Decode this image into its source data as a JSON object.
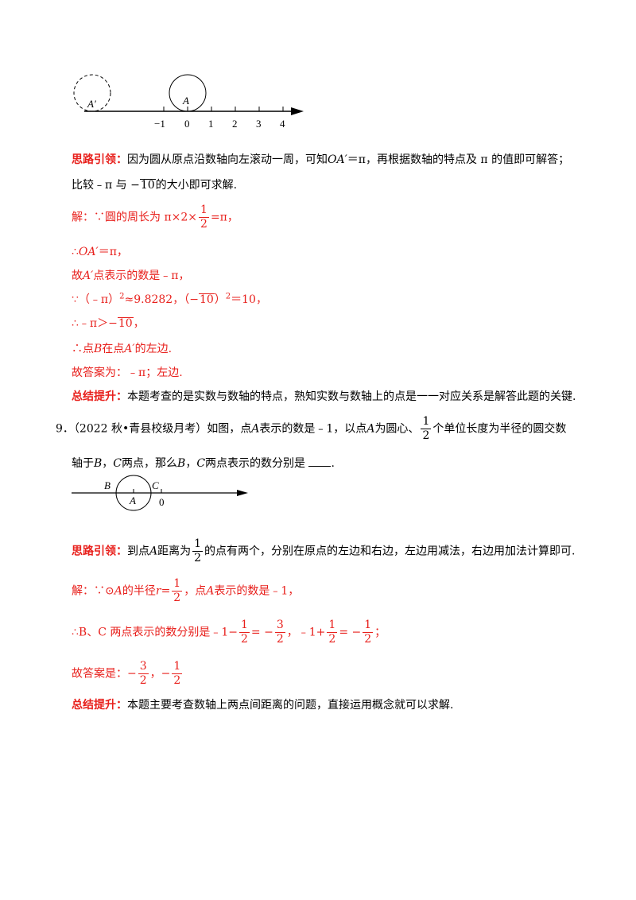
{
  "figure1": {
    "label_a_prime": "A′",
    "label_a": "A",
    "ticks": [
      "−1",
      "0",
      "1",
      "2",
      "3",
      "4"
    ]
  },
  "section8": {
    "hint_label": "思路引领：",
    "hint_line1_a": "因为圆从原点沿数轴向左滚动一周，可知",
    "hint_line1_oa": "OA′",
    "hint_line1_b": "＝π，再根据数轴的特点及 π 的值即可解答；",
    "hint_line2_a": "比较﹣π 与 −",
    "hint_line2_sqrt": "10",
    "hint_line2_b": "的大小即可求解.",
    "sol1_a": "解：∵圆的周长为 π×2×",
    "sol1_num": "1",
    "sol1_den": "2",
    "sol1_b": "=π，",
    "sol2_a": "∴",
    "sol2_oa": "OA′",
    "sol2_b": "＝π，",
    "sol3_a": "故",
    "sol3_ap": "A′",
    "sol3_b": "点表示的数是﹣π，",
    "sol4_a": "∵（﹣π）",
    "sol4_sup1": "2",
    "sol4_b": "≈9.8282，（−",
    "sol4_sqrt": "10",
    "sol4_c": "）",
    "sol4_sup2": "2",
    "sol4_d": "＝10，",
    "sol5_a": "∴﹣π＞−",
    "sol5_sqrt": "10",
    "sol5_b": "，",
    "sol6_a": "∴点",
    "sol6_b": "B",
    "sol6_c": "在点",
    "sol6_d": "A′",
    "sol6_e": "的左边.",
    "answer": "故答案为：﹣π；左边.",
    "summary_label": "总结提升：",
    "summary_text": "本题考查的是实数与数轴的特点，熟知实数与数轴上的点是一一对应关系是解答此题的关键."
  },
  "question9": {
    "number": "9．",
    "line1_a": "（2022 秋•青县校级月考）如图，点",
    "line1_A": "A",
    "line1_b": "表示的数是﹣1，以点",
    "line1_A2": "A",
    "line1_c": "为圆心、",
    "line1_num": "1",
    "line1_den": "2",
    "line1_d": "个单位长度为半径的圆交数",
    "line2_a": "轴于",
    "line2_b": "B",
    "line2_c": "，",
    "line2_d": "C",
    "line2_e": "两点，那么",
    "line2_f": "B",
    "line2_g": "，",
    "line2_h": "C",
    "line2_i": "两点表示的数分别是",
    "line2_j": "."
  },
  "figure2": {
    "label_b": "B",
    "label_c": "C",
    "label_a": "A",
    "label_0": "0"
  },
  "section9": {
    "hint_label": "思路引领：",
    "hint_a": "到点",
    "hint_A": "A",
    "hint_b": "距离为",
    "hint_num": "1",
    "hint_den": "2",
    "hint_c": "的点有两个，分别在原点的左边和右边，左边用减法，右边用加法计算即可.",
    "sol1_a": "解：∵⊙",
    "sol1_A": "A",
    "sol1_b": "的半径",
    "sol1_r": "r",
    "sol1_c": "=",
    "sol1_num": "1",
    "sol1_den": "2",
    "sol1_d": "，点",
    "sol1_A2": "A",
    "sol1_e": "表示的数是﹣1，",
    "sol2_a": "∴B、C 两点表示的数分别是﹣1−",
    "sol2_f1n": "1",
    "sol2_f1d": "2",
    "sol2_b": "= −",
    "sol2_f2n": "3",
    "sol2_f2d": "2",
    "sol2_c": "，﹣1+",
    "sol2_f3n": "1",
    "sol2_f3d": "2",
    "sol2_d": "= −",
    "sol2_f4n": "1",
    "sol2_f4d": "2",
    "sol2_e": "；",
    "answer_a": "故答案是：−",
    "answer_f1n": "3",
    "answer_f1d": "2",
    "answer_b": "，−",
    "answer_f2n": "1",
    "answer_f2d": "2",
    "summary_label": "总结提升：",
    "summary_text": "本题主要考查数轴上两点间距离的问题，直接运用概念就可以求解."
  }
}
